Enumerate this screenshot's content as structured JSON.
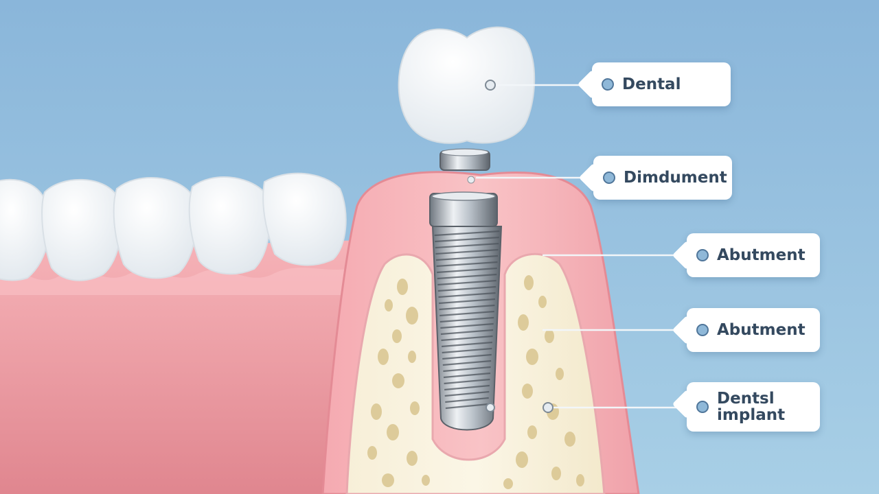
{
  "labels": [
    {
      "text": "Dental"
    },
    {
      "text": "Dimdument"
    },
    {
      "text": "Abutment"
    },
    {
      "text": "Abutment"
    },
    {
      "text": "Dentsl\nimplant"
    }
  ],
  "colors": {
    "background": "#8fbbdc",
    "gum": "#ec9ea5",
    "bone": "#f3ecd6",
    "tooth": "#ffffff",
    "metal": "#a9b1ba",
    "label_text": "#34495f"
  }
}
